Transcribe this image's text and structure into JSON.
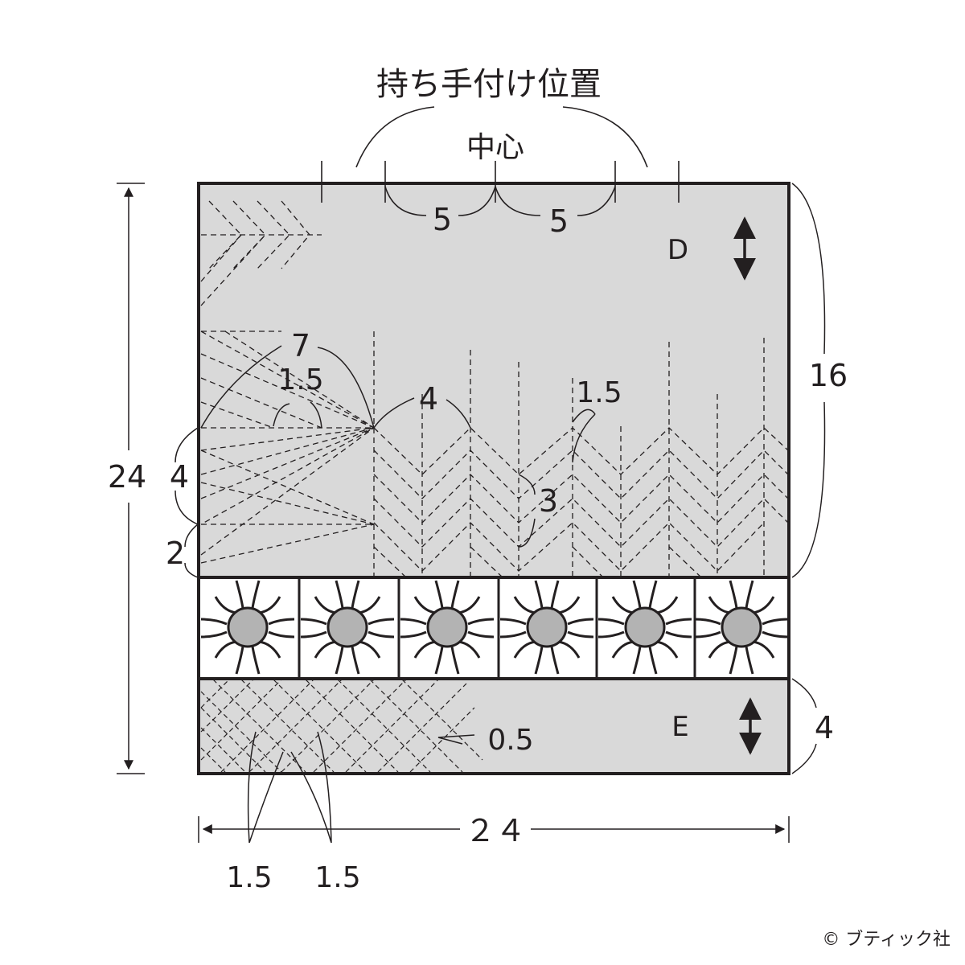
{
  "title": "持ち手付け位置",
  "center_label": "中心",
  "panels": {
    "upper": {
      "label": "D"
    },
    "lower": {
      "label": "E"
    }
  },
  "dimensions": {
    "handle_left": "5",
    "handle_right": "5",
    "total_height": "24",
    "upper_height": "16",
    "lower_height": "4",
    "total_width": "２４",
    "chevron_width": "7",
    "chevron_spacing_a": "1.5",
    "chevron_height": "4",
    "chevron_offset": "2",
    "stripe_width": "4",
    "stripe_spacing": "1.5",
    "stripe_depth": "3",
    "cross_spacing_a": "1.5",
    "cross_spacing_b": "1.5",
    "cross_gap": "0.5"
  },
  "colors": {
    "panel_fill": "#d9d9d9",
    "flower_center": "#b3b3b3",
    "ink": "#231f20"
  },
  "credit": "© ブティック社"
}
